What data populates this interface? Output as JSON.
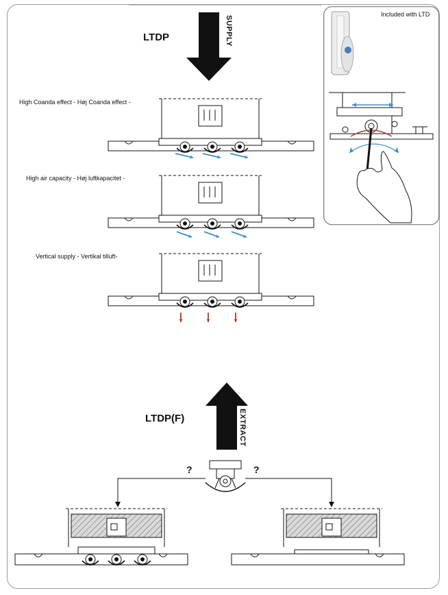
{
  "supply": {
    "title": "LTDP",
    "arrow_label": "SUPPLY",
    "configs": [
      {
        "label": "High Coanda effect - Høj Coanda effect -",
        "airflow": "coanda"
      },
      {
        "label": "High air capacity - Høj luftkapacitet -",
        "airflow": "angled"
      },
      {
        "label": "Vertical supply - Vertikal tilluft-",
        "airflow": "vertical"
      }
    ]
  },
  "inset": {
    "caption": "Included with LTD"
  },
  "extract": {
    "title": "LTDP(F)",
    "arrow_label": "EXTRACT",
    "question_left": "?",
    "question_right": "?"
  },
  "colors": {
    "blue_arrow": "#3b8fd0",
    "red_arrow": "#b03a2e",
    "line": "#111111",
    "frame": "#9a9a9a",
    "hatch_fill": "#d9d9d9"
  }
}
